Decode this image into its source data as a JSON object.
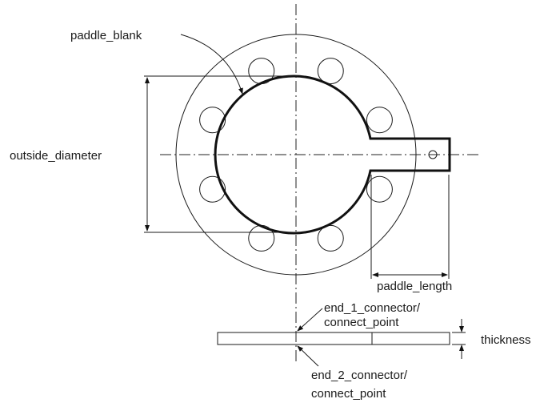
{
  "diagram": {
    "labels": {
      "paddle_blank": "paddle_blank",
      "outside_diameter": "outside_diameter",
      "paddle_length": "paddle_length",
      "end_1_line1": "end_1_connector/",
      "end_1_line2": "connect_point",
      "end_2_line1": "end_2_connector/",
      "end_2_line2": "connect_point",
      "thickness": "thickness"
    },
    "bolt_hole_count": 8,
    "line_color": "#1a1a1a"
  }
}
